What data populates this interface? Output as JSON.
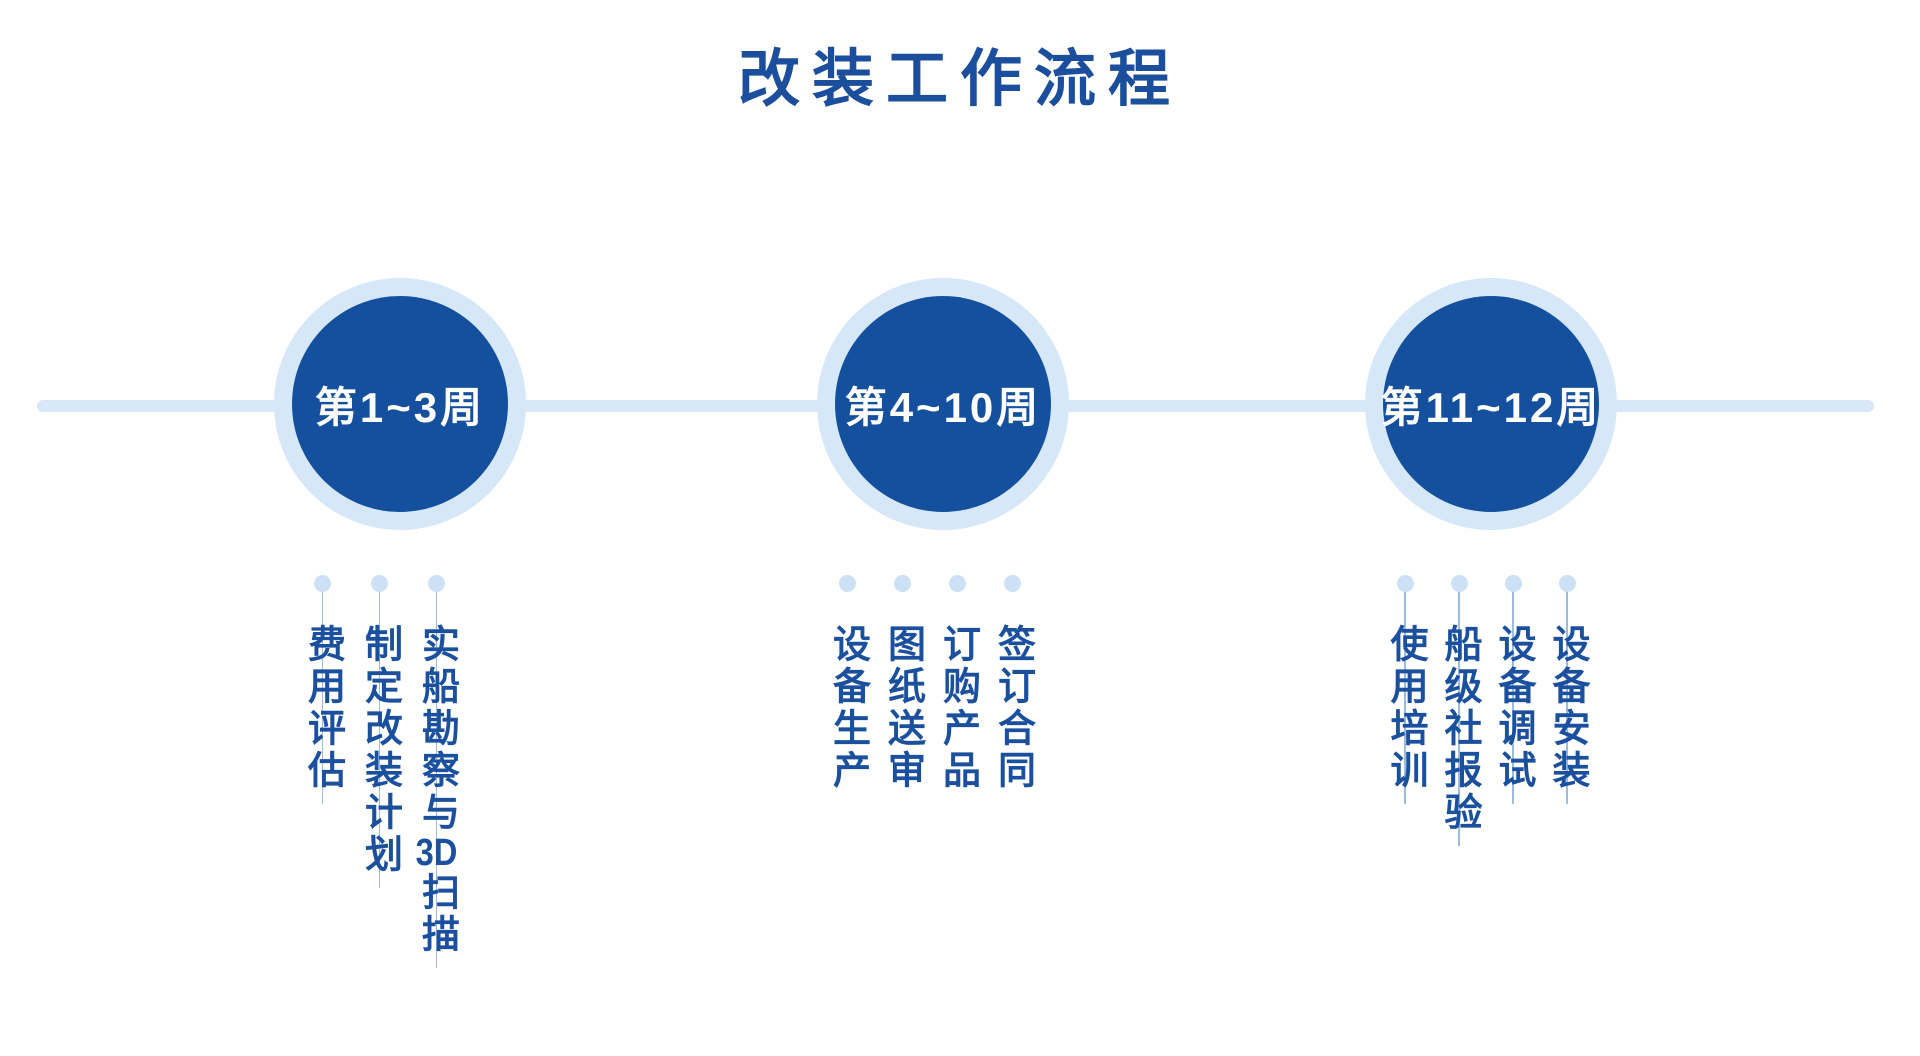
{
  "title": "改装工作流程",
  "colors": {
    "circle_fill": "#14509E",
    "title_text": "#1B4F9D",
    "step_text": "#1B509F",
    "halo_and_line": "#D9E8F8",
    "dot": "#CCE1F6",
    "connector_line": "#9BBBDF",
    "circle_label_text": "#FFFFFF"
  },
  "timeline": {
    "groups": [
      {
        "label": "第1~3周",
        "steps": [
          "实船勘察与3D扫描",
          "制定改装计划",
          "费用评估"
        ]
      },
      {
        "label": "第4~10周",
        "steps": [
          "签订合同",
          "订购产品",
          "图纸送审",
          "设备生产"
        ]
      },
      {
        "label": "第11~12周",
        "steps": [
          "设备安装",
          "设备调试",
          "船级社报验",
          "使用培训"
        ]
      }
    ]
  }
}
